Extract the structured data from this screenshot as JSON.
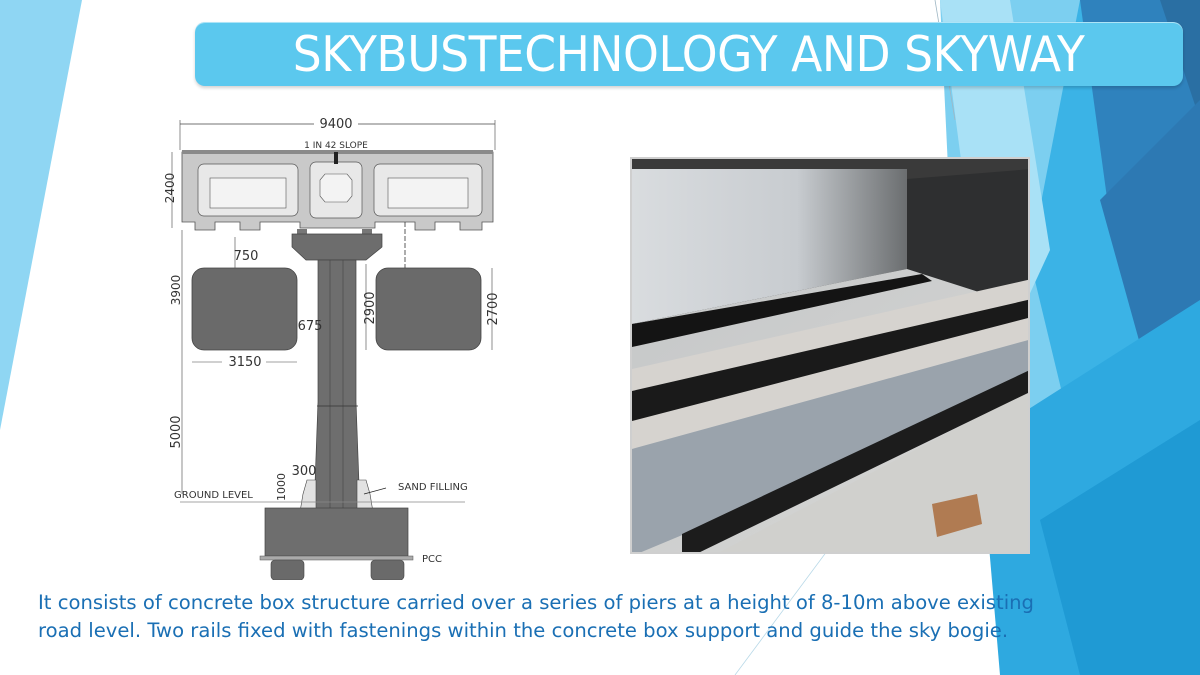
{
  "slide": {
    "title": "SKYBUSTECHNOLOGY AND SKYWAY",
    "colors": {
      "title_bar": "#5bc8ee",
      "title_text": "#ffffff",
      "caption_text": "#1a6fb4",
      "accent_light": "#8fd6f3",
      "accent_mid": "#33aee2",
      "accent_dark": "#2a6fa3"
    }
  },
  "drawing": {
    "dimensions": {
      "top_width": "9400",
      "slope": "1 IN 42 SLOPE",
      "deck_height": "2400",
      "clearance_top": "750",
      "vehicle_zone": "3900",
      "vehicle_width": "3150",
      "pier_width": "675",
      "pier_height_zone": "2900",
      "vehicle_height": "2700",
      "pier_lower": "5000",
      "collar": "300",
      "foundation_depth": "1000"
    },
    "labels": {
      "ground_level": "GROUND LEVEL",
      "sand_filling": "SAND FILLING",
      "pcc": "PCC"
    }
  },
  "photo": {
    "subject": "rails-inside-concrete-box-photo"
  },
  "caption": {
    "line1": "It consists of concrete box structure carried over a series of piers at a height of 8-10m above existing",
    "line2": "road level. Two rails fixed with fastenings within the concrete box support and guide the sky bogie."
  }
}
